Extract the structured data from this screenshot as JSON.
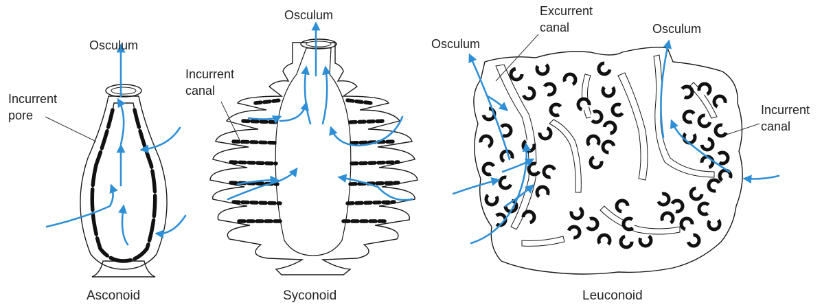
{
  "diagrams": [
    {
      "id": "asconoid",
      "caption": "Asconoid",
      "labels": {
        "osculum": "Osculum",
        "incurrent_pore_line1": "Incurrent",
        "incurrent_pore_line2": "pore"
      }
    },
    {
      "id": "syconoid",
      "caption": "Syconoid",
      "labels": {
        "osculum": "Osculum",
        "incurrent_canal_line1": "Incurrent",
        "incurrent_canal_line2": "canal"
      }
    },
    {
      "id": "leuconoid",
      "caption": "Leuconoid",
      "labels": {
        "osculum_left": "Osculum",
        "osculum_right": "Osculum",
        "excurrent_canal_line1": "Excurrent",
        "excurrent_canal_line2": "canal",
        "incurrent_canal_line1": "Incurrent",
        "incurrent_canal_line2": "canal"
      }
    }
  ],
  "colors": {
    "body_wall": "#f1bd83",
    "water_flow": "#2e8fd6",
    "outline": "#1a1a1a"
  }
}
